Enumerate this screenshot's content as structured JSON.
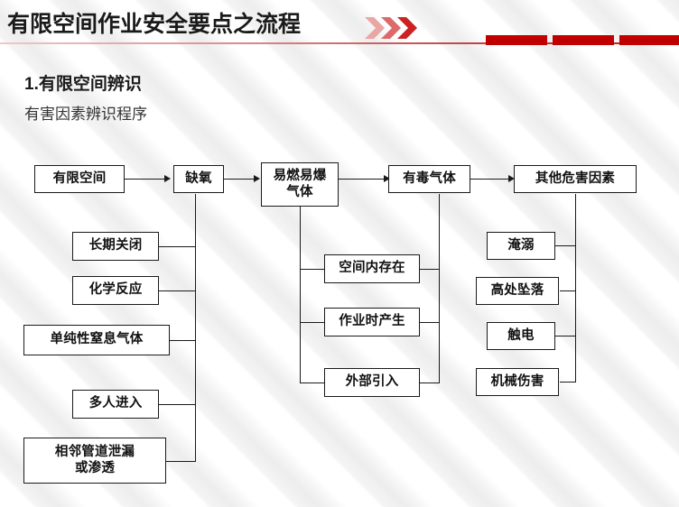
{
  "header": {
    "title": "有限空间作业安全要点之流程",
    "chevron_icon": "double-chevron-right-icon",
    "accent_color": "#c00000",
    "rule_color": "#bb2222"
  },
  "section": {
    "heading": "1.有限空间辨识",
    "subtitle": "有害因素辨识程序"
  },
  "flowchart": {
    "top_row": [
      {
        "id": "confined-space",
        "label": "有限空间"
      },
      {
        "id": "oxygen-deficiency",
        "label": "缺氧"
      },
      {
        "id": "flammable-explosive-gas",
        "label": "易燃易爆\n气体"
      },
      {
        "id": "toxic-gas",
        "label": "有毒气体"
      },
      {
        "id": "other-hazard-factors",
        "label": "其他危害因素"
      }
    ],
    "left_branch": {
      "parent": "缺氧",
      "items": [
        {
          "id": "long-term-closure",
          "label": "长期关闭"
        },
        {
          "id": "chemical-reaction",
          "label": "化学反应"
        },
        {
          "id": "simple-asphyxiant-gas",
          "label": "单纯性窒息气体"
        },
        {
          "id": "multiple-people-entry",
          "label": "多人进入"
        },
        {
          "id": "adjacent-pipeline-leak",
          "label": "相邻管道泄漏\n或渗透"
        }
      ]
    },
    "middle_branch": {
      "parents": [
        "易燃易爆气体",
        "有毒气体"
      ],
      "items": [
        {
          "id": "exists-in-space",
          "label": "空间内存在"
        },
        {
          "id": "generated-during-work",
          "label": "作业时产生"
        },
        {
          "id": "introduced-externally",
          "label": "外部引入"
        }
      ]
    },
    "right_branch": {
      "parent": "其他危害因素",
      "items": [
        {
          "id": "drowning",
          "label": "淹溺"
        },
        {
          "id": "fall-from-height",
          "label": "高处坠落"
        },
        {
          "id": "electric-shock",
          "label": "触电"
        },
        {
          "id": "mechanical-injury",
          "label": "机械伤害"
        }
      ]
    }
  }
}
